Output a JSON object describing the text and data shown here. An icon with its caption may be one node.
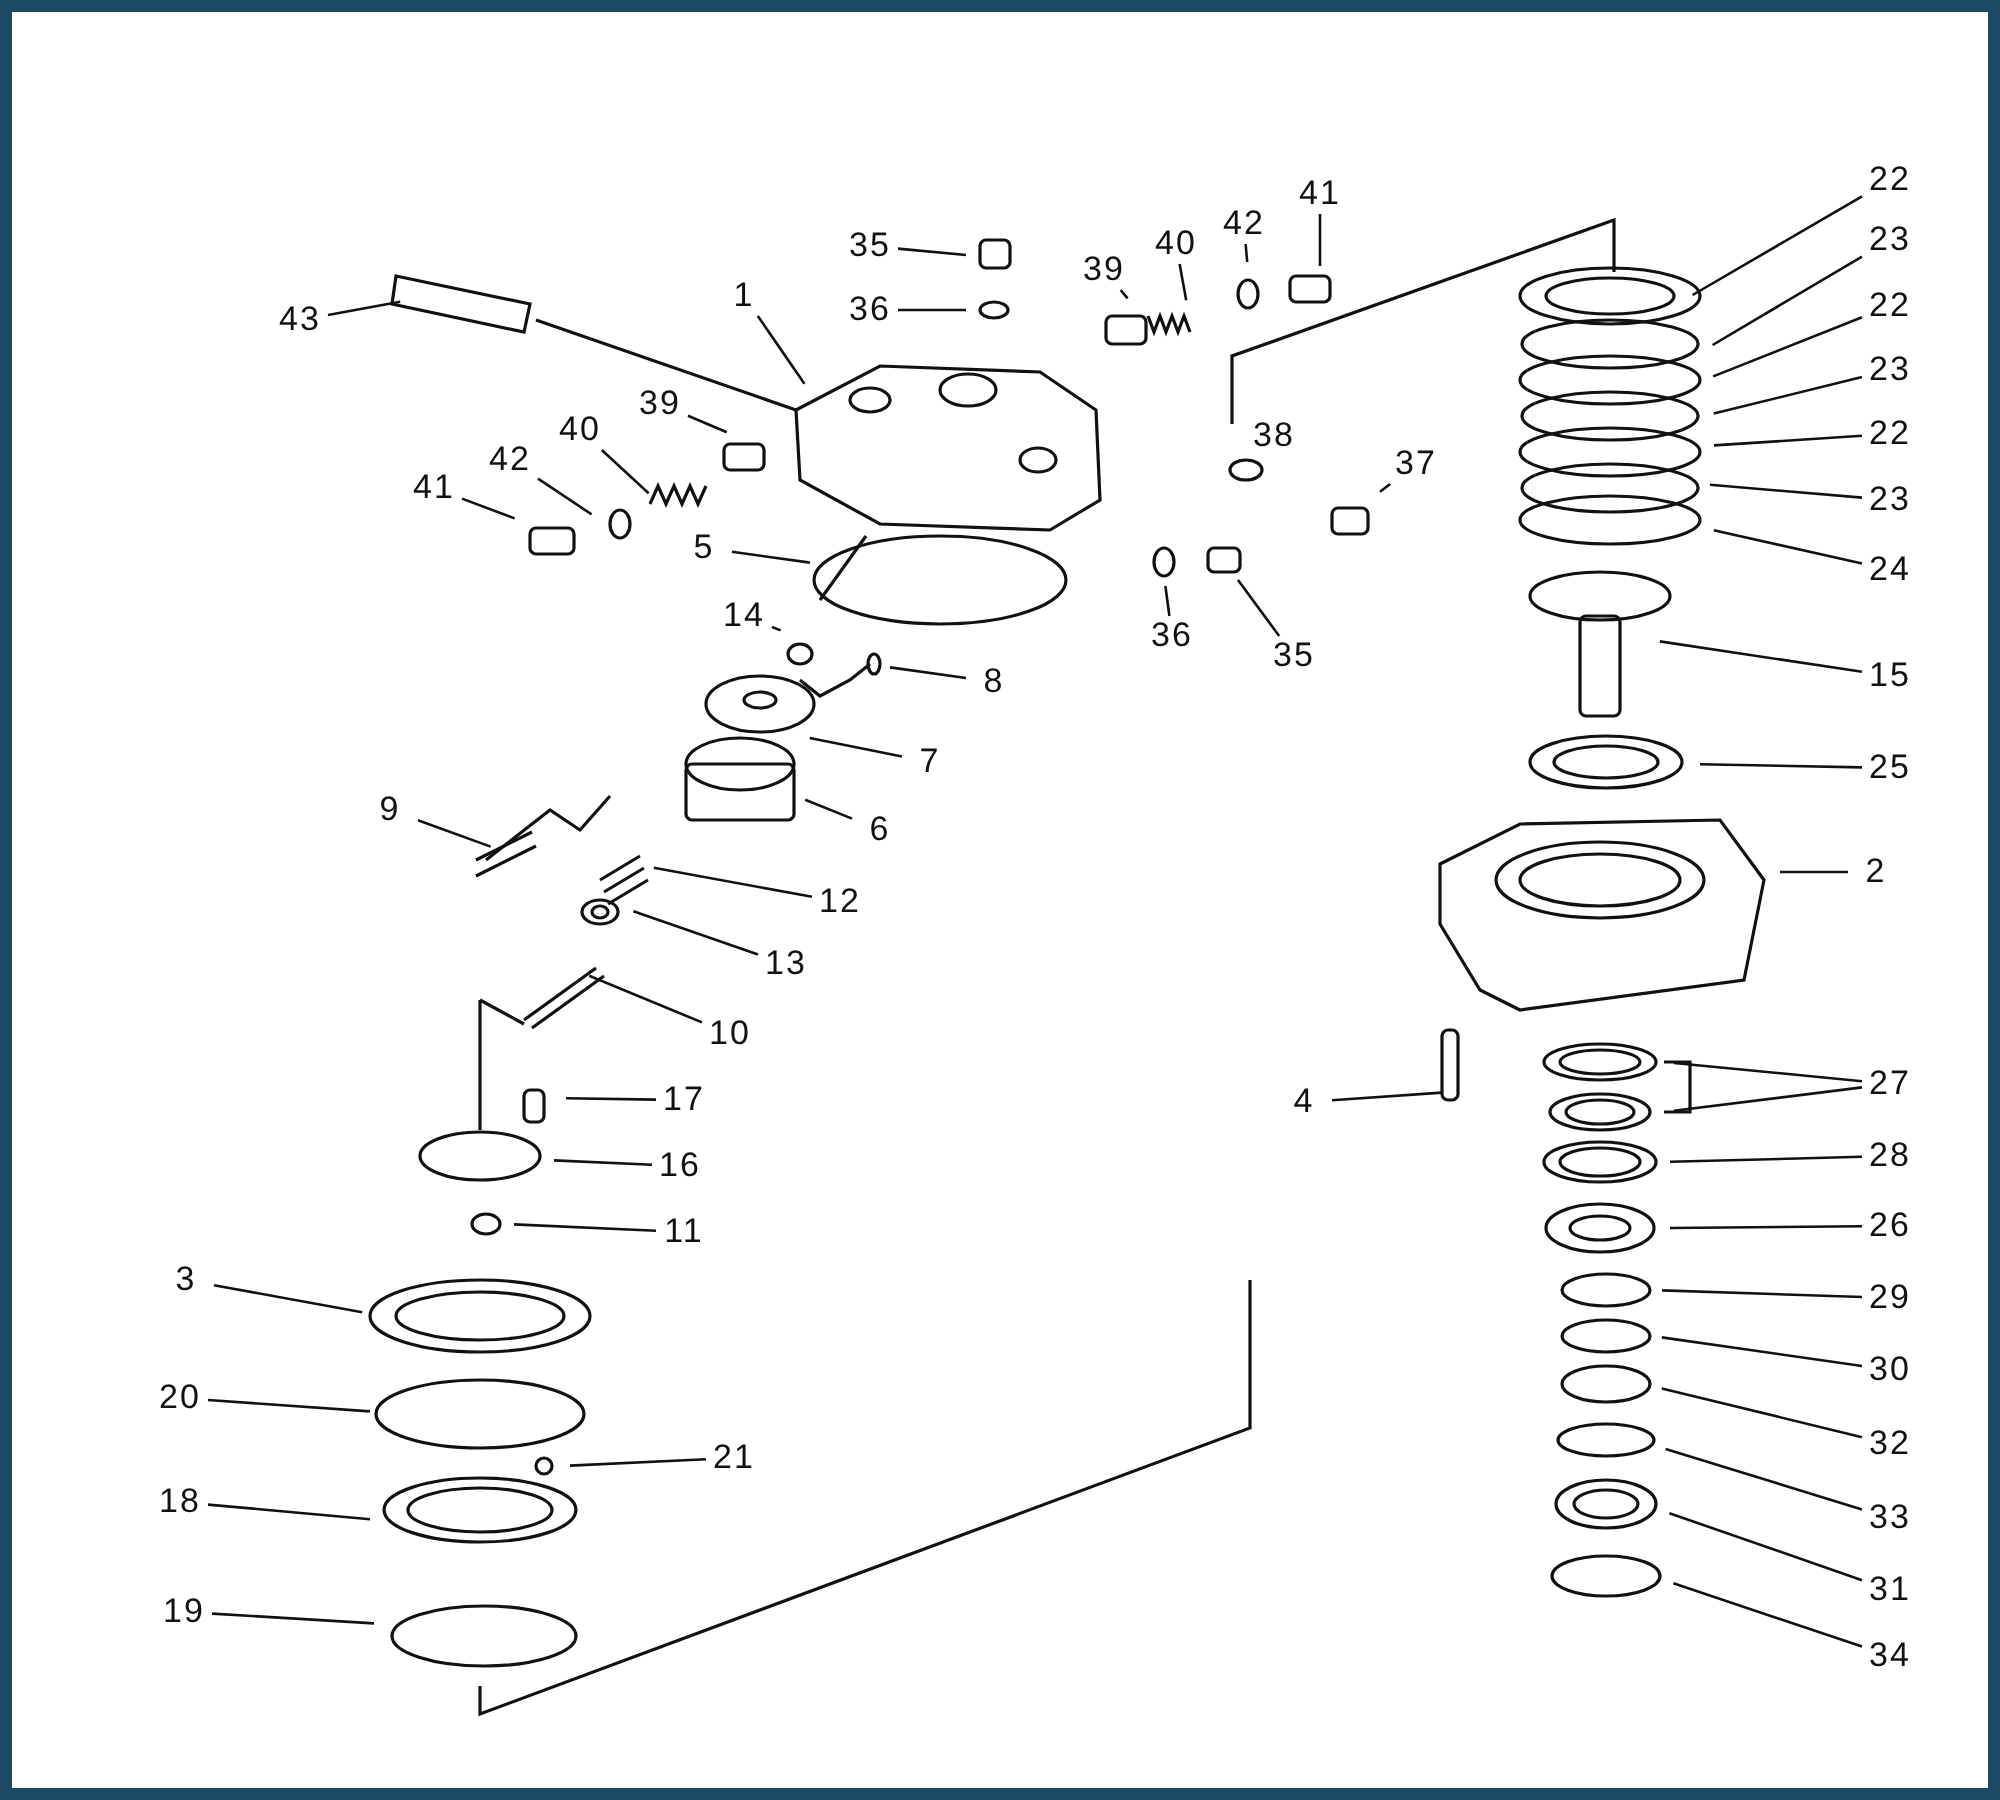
{
  "diagram": {
    "nodes": [
      {
        "text": [
          "43"
        ]
      },
      {
        "text": [
          "35"
        ]
      },
      {
        "text": [
          "36"
        ]
      },
      {
        "text": [
          "1"
        ]
      },
      {
        "text": [
          "39"
        ]
      },
      {
        "text": [
          "40"
        ]
      },
      {
        "text": [
          "42"
        ]
      },
      {
        "text": [
          "41"
        ]
      },
      {
        "text": [
          "22"
        ]
      },
      {
        "text": [
          "23"
        ]
      },
      {
        "text": [
          "22"
        ]
      },
      {
        "text": [
          "23"
        ]
      },
      {
        "text": [
          "22"
        ]
      },
      {
        "text": [
          "23"
        ]
      },
      {
        "text": [
          "24"
        ]
      },
      {
        "text": [
          "39"
        ]
      },
      {
        "text": [
          "40"
        ]
      },
      {
        "text": [
          "42"
        ]
      },
      {
        "text": [
          "41"
        ]
      },
      {
        "text": [
          "38"
        ]
      },
      {
        "text": [
          "37"
        ]
      },
      {
        "text": [
          "5"
        ]
      },
      {
        "text": [
          "36"
        ]
      },
      {
        "text": [
          "35"
        ]
      },
      {
        "text": [
          "14"
        ]
      },
      {
        "text": [
          "8"
        ]
      },
      {
        "text": [
          "7"
        ]
      },
      {
        "text": [
          "15"
        ]
      },
      {
        "text": [
          "25"
        ]
      },
      {
        "text": [
          "6"
        ]
      },
      {
        "text": [
          "9"
        ]
      },
      {
        "text": [
          "12"
        ]
      },
      {
        "text": [
          "2"
        ]
      },
      {
        "text": [
          "13"
        ]
      },
      {
        "text": [
          "10"
        ]
      },
      {
        "text": [
          "4"
        ]
      },
      {
        "text": [
          "27"
        ]
      },
      {
        "text": [
          "17"
        ]
      },
      {
        "text": [
          "16"
        ]
      },
      {
        "text": [
          "28"
        ]
      },
      {
        "text": [
          "26"
        ]
      },
      {
        "text": [
          "11"
        ]
      },
      {
        "text": [
          "3"
        ]
      },
      {
        "text": [
          "29"
        ]
      },
      {
        "text": [
          "20"
        ]
      },
      {
        "text": [
          "30"
        ]
      },
      {
        "text": [
          "21"
        ]
      },
      {
        "text": [
          "32"
        ]
      },
      {
        "text": [
          "18"
        ]
      },
      {
        "text": [
          "33"
        ]
      },
      {
        "text": [
          "31"
        ]
      },
      {
        "text": [
          "19"
        ]
      },
      {
        "text": [
          "34"
        ]
      }
    ],
    "edges": [
      {
        "from": 0,
        "to": null,
        "arrow": "none"
      },
      {
        "from": 1,
        "to": null,
        "arrow": "none"
      },
      {
        "from": 2,
        "to": null,
        "arrow": "none"
      },
      {
        "from": 3,
        "to": null,
        "arrow": "none"
      },
      {
        "from": 4,
        "to": null,
        "arrow": "none"
      },
      {
        "from": 5,
        "to": null,
        "arrow": "none"
      },
      {
        "from": 6,
        "to": null,
        "arrow": "none"
      },
      {
        "from": 7,
        "to": null,
        "arrow": "none"
      },
      {
        "from": 8,
        "to": null,
        "arrow": "none"
      },
      {
        "from": 9,
        "to": null,
        "arrow": "none"
      },
      {
        "from": 10,
        "to": null,
        "arrow": "none"
      },
      {
        "from": 11,
        "to": null,
        "arrow": "none"
      },
      {
        "from": 12,
        "to": null,
        "arrow": "none"
      },
      {
        "from": 13,
        "to": null,
        "arrow": "none"
      },
      {
        "from": 14,
        "to": null,
        "arrow": "none"
      },
      {
        "from": 15,
        "to": null,
        "arrow": "none"
      },
      {
        "from": 16,
        "to": null,
        "arrow": "none"
      },
      {
        "from": 17,
        "to": null,
        "arrow": "none"
      },
      {
        "from": 18,
        "to": null,
        "arrow": "none"
      },
      {
        "from": 19,
        "to": null,
        "arrow": "none"
      },
      {
        "from": 20,
        "to": null,
        "arrow": "none"
      },
      {
        "from": 21,
        "to": null,
        "arrow": "none"
      },
      {
        "from": 22,
        "to": null,
        "arrow": "none"
      },
      {
        "from": 23,
        "to": null,
        "arrow": "none"
      },
      {
        "from": 24,
        "to": null,
        "arrow": "none"
      },
      {
        "from": 25,
        "to": null,
        "arrow": "none"
      },
      {
        "from": 26,
        "to": null,
        "arrow": "none"
      },
      {
        "from": 27,
        "to": null,
        "arrow": "none"
      },
      {
        "from": 28,
        "to": null,
        "arrow": "none"
      },
      {
        "from": 29,
        "to": null,
        "arrow": "none"
      },
      {
        "from": 30,
        "to": null,
        "arrow": "none"
      },
      {
        "from": 31,
        "to": null,
        "arrow": "none"
      },
      {
        "from": 32,
        "to": null,
        "arrow": "none"
      },
      {
        "from": 33,
        "to": null,
        "arrow": "none"
      },
      {
        "from": 34,
        "to": null,
        "arrow": "none"
      },
      {
        "from": 35,
        "to": null,
        "arrow": "none"
      },
      {
        "from": 36,
        "to": null,
        "arrow": "none"
      },
      {
        "from": 36,
        "to": null,
        "arrow": "none"
      },
      {
        "from": 37,
        "to": null,
        "arrow": "none"
      },
      {
        "from": 38,
        "to": null,
        "arrow": "none"
      },
      {
        "from": 39,
        "to": null,
        "arrow": "none"
      },
      {
        "from": 40,
        "to": null,
        "arrow": "none"
      },
      {
        "from": 41,
        "to": null,
        "arrow": "none"
      },
      {
        "from": 42,
        "to": null,
        "arrow": "none"
      },
      {
        "from": 43,
        "to": null,
        "arrow": "none"
      },
      {
        "from": 44,
        "to": null,
        "arrow": "none"
      },
      {
        "from": 45,
        "to": null,
        "arrow": "none"
      },
      {
        "from": 46,
        "to": null,
        "arrow": "none"
      },
      {
        "from": 47,
        "to": null,
        "arrow": "none"
      },
      {
        "from": 48,
        "to": null,
        "arrow": "none"
      },
      {
        "from": 49,
        "to": null,
        "arrow": "none"
      },
      {
        "from": 50,
        "to": null,
        "arrow": "none"
      },
      {
        "from": 51,
        "to": null,
        "arrow": "none"
      },
      {
        "from": 52,
        "to": null,
        "arrow": "none"
      }
    ]
  }
}
